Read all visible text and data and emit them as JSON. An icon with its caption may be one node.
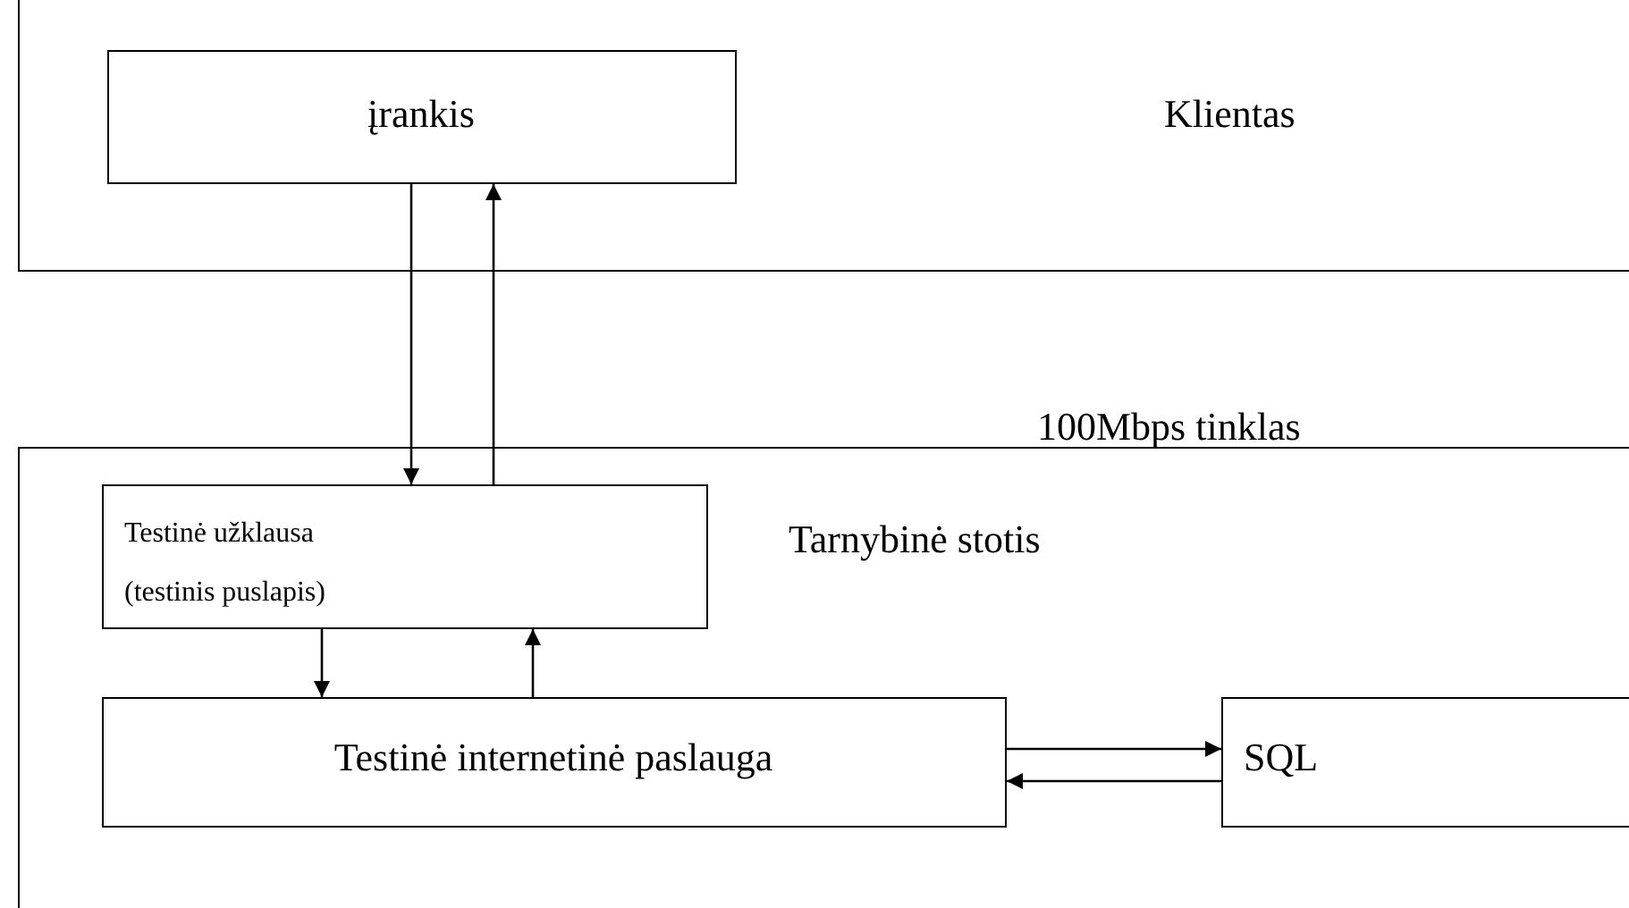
{
  "diagram": {
    "nodes": [
      {
        "text": [
          "Klientas"
        ]
      },
      {
        "text": [
          "įrankis"
        ],
        "in": 0
      },
      {
        "text": [
          "Tarnybinė stotis"
        ]
      },
      {
        "text": [
          "Testinė užklausa (testinis puslapis)"
        ],
        "in": 2
      },
      {
        "text": [
          "Testinė internetinė paslauga"
        ],
        "in": 2
      },
      {
        "text": [
          "SQL"
        ],
        "in": 2
      }
    ],
    "edges": [
      {
        "from": 1,
        "to": 3,
        "arrow": "to"
      },
      {
        "from": 3,
        "to": 1,
        "arrow": "to"
      },
      {
        "from": 3,
        "to": 4,
        "arrow": "to"
      },
      {
        "from": 4,
        "to": 3,
        "arrow": "to"
      },
      {
        "from": 4,
        "to": 5,
        "arrow": "to"
      },
      {
        "from": 5,
        "to": 4,
        "arrow": "to"
      }
    ],
    "labels": [
      "100Mbps tinklas"
    ]
  }
}
